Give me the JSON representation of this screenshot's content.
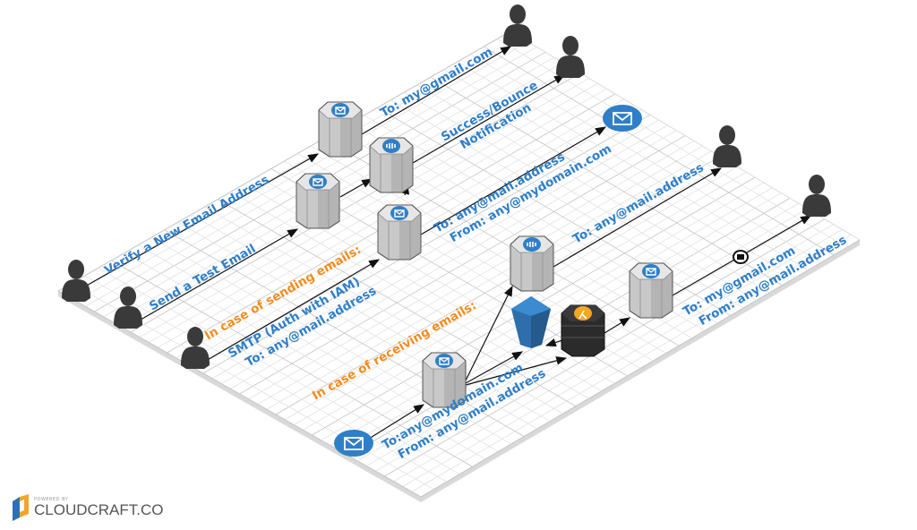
{
  "colors": {
    "label": "#2f7fc8",
    "section": "#f28c1e",
    "ses": "#2f7fc8",
    "node": "#cfcfcf",
    "lambda": "#f5a623",
    "user": "#3a3a3a"
  },
  "labels": {
    "verify": "Verify a New Email Address",
    "test": "Send a Test Email",
    "sending_section": "In case of sending emails:",
    "smtp_1": "SMTP (Auth with IAM)",
    "smtp_2": "To: any@mail.address",
    "to_gmail": "To: my@gmail.com",
    "notif_1": "Success/Bounce",
    "notif_2": "Notification",
    "send_to": "To: any@mail.address",
    "send_from": "From: any@mydomain.com",
    "sns_to": "To: any@mail.address",
    "receiving_section": "In case of receiving emails:",
    "recv_to": "To:any@mydomain.com",
    "recv_from": "From: any@mail.address",
    "fwd_to": "To: my@gmail.com",
    "fwd_from": "From: any@mail.address"
  },
  "icons": [
    "user-icon",
    "ses-icon",
    "sns-icon",
    "s3-bucket-icon",
    "lambda-icon",
    "email-icon"
  ],
  "logo": {
    "powered_by": "POWERED BY",
    "brand": "CLOUDCRAFT.CO"
  }
}
